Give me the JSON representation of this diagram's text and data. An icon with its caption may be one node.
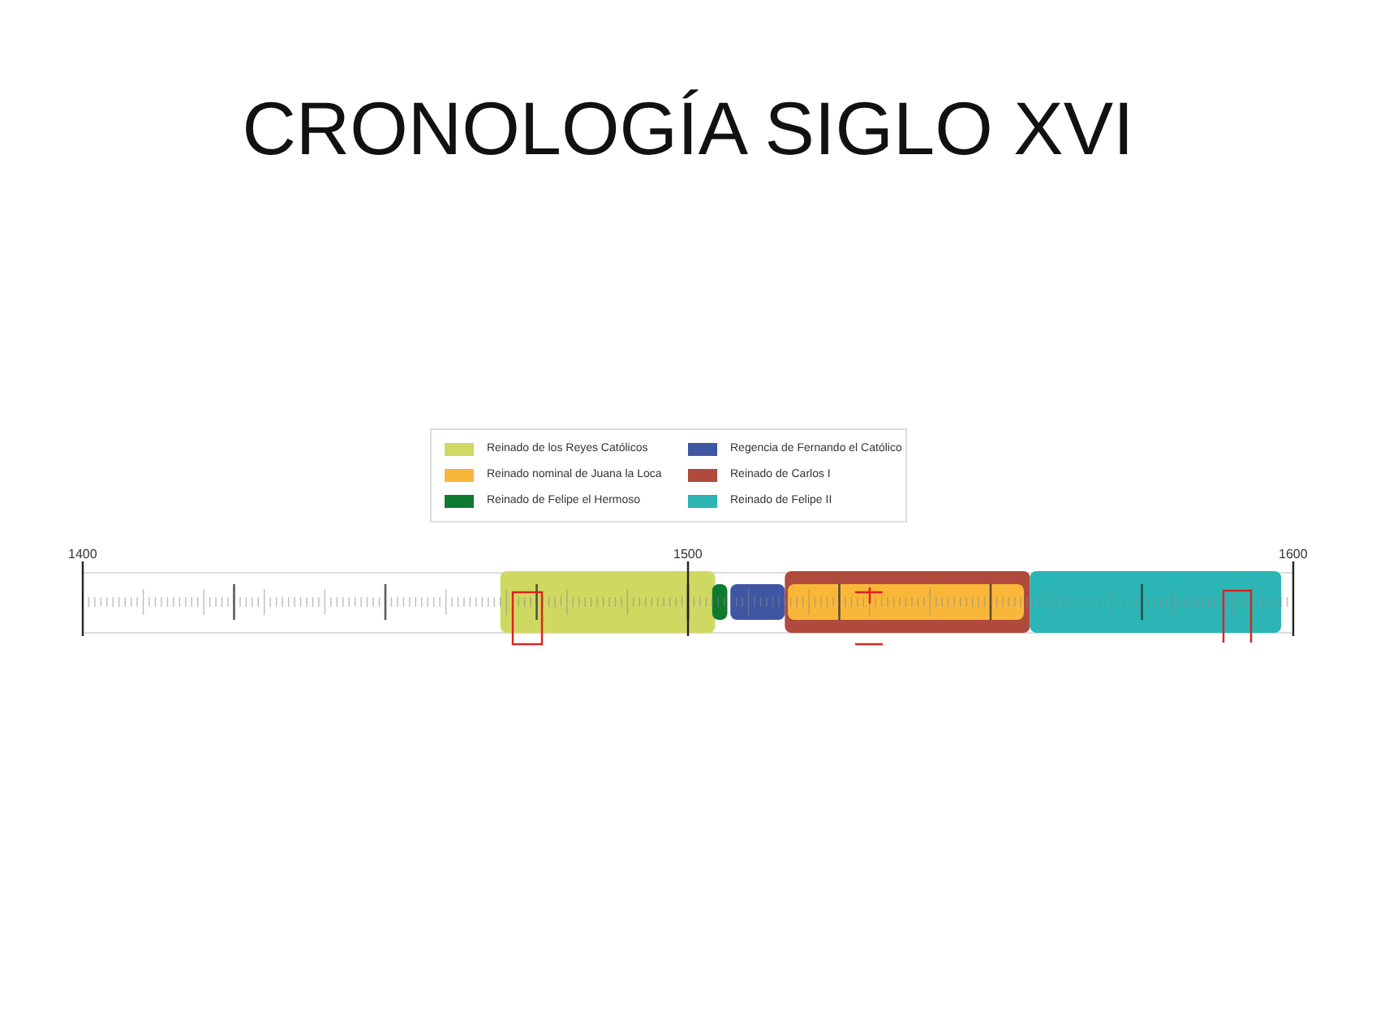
{
  "diagram": {
    "title": "CRONOLOGÍA SIGLO XVI",
    "labels": [
      "1400",
      "1500",
      "1600"
    ],
    "legend": [
      {
        "text": "Reinado de los Reyes Católicos",
        "color": "#cfd962"
      },
      {
        "text": "Regencia de Fernando el Católico",
        "color": "#3f56a3"
      },
      {
        "text": "Reinado nominal de Juana la Loca",
        "color": "#f9b73a"
      },
      {
        "text": "Reinado de Carlos I",
        "color": "#b04a3c"
      },
      {
        "text": "Reinado de Felipe el Hermoso",
        "color": "#0e7a2f"
      },
      {
        "text": "Reinado de Felipe II",
        "color": "#2bb5b5"
      }
    ]
  }
}
